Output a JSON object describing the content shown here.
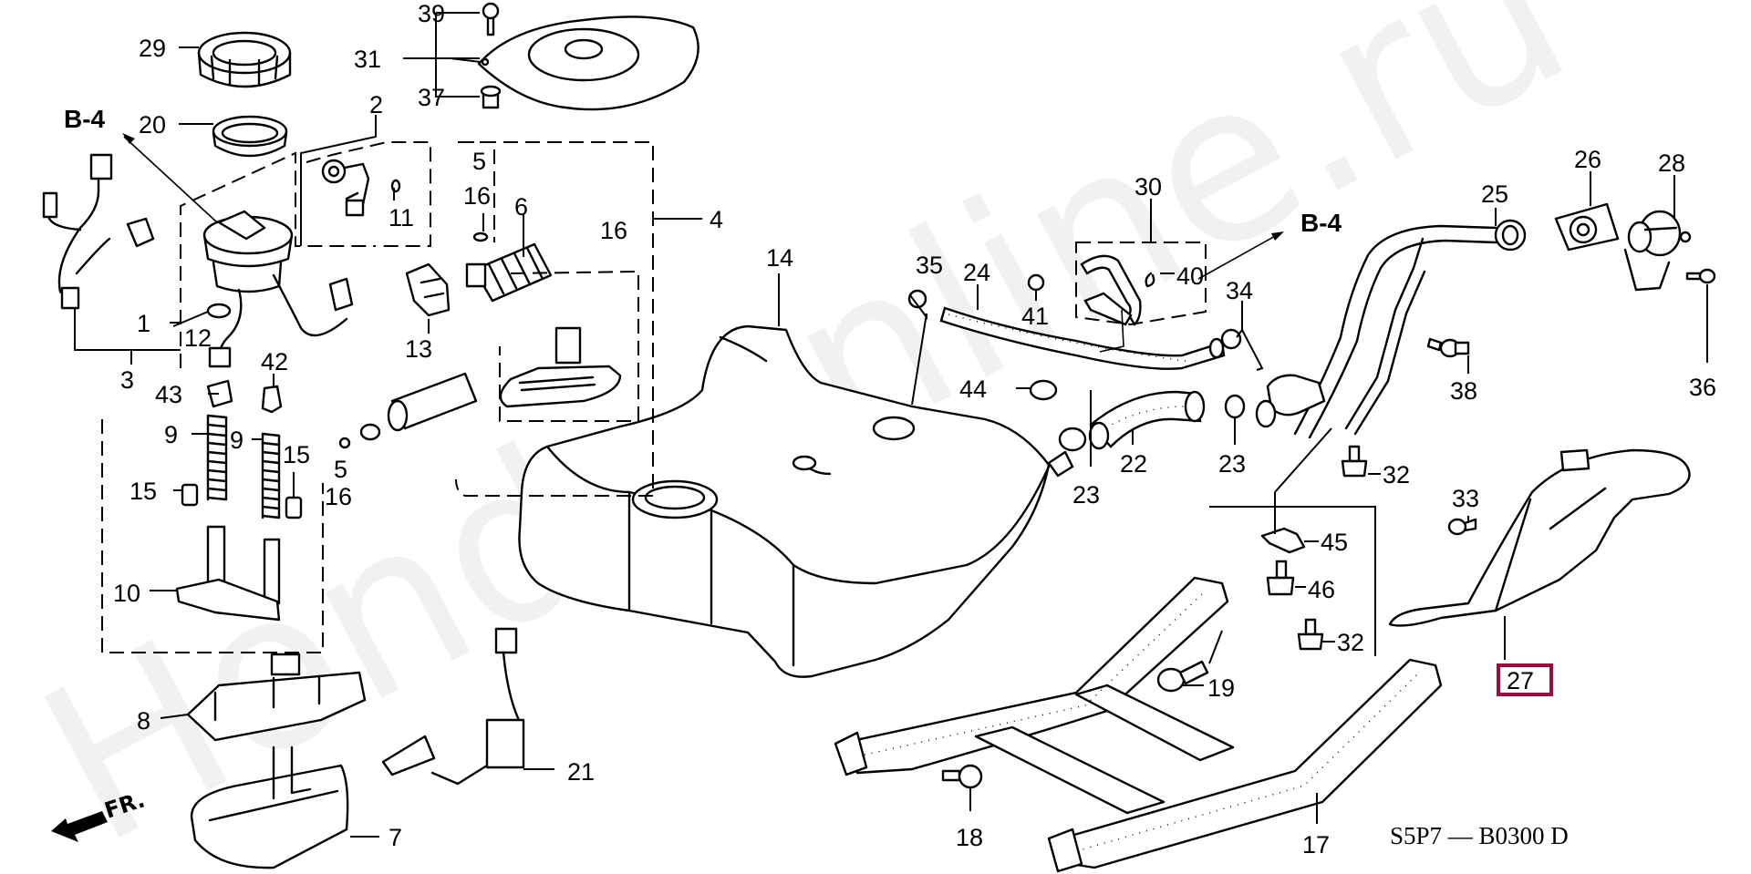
{
  "diagram": {
    "title_code": "S5P7 — B0300 D",
    "watermark": "Hondaonline.ru",
    "front_indicator": "FR.",
    "highlight_color": "#9b0a3c",
    "highlighted_part": "27",
    "references": [
      {
        "id": "ref-b4-left",
        "label": "B-4"
      },
      {
        "id": "ref-b4-right",
        "label": "B-4"
      }
    ],
    "callouts": [
      {
        "id": "c29",
        "label": "29"
      },
      {
        "id": "c20",
        "label": "20"
      },
      {
        "id": "c39",
        "label": "39"
      },
      {
        "id": "c31",
        "label": "31"
      },
      {
        "id": "c37",
        "label": "37"
      },
      {
        "id": "c2",
        "label": "2"
      },
      {
        "id": "c11",
        "label": "11"
      },
      {
        "id": "c5a",
        "label": "5"
      },
      {
        "id": "c16a",
        "label": "16"
      },
      {
        "id": "c6",
        "label": "6"
      },
      {
        "id": "c4",
        "label": "4"
      },
      {
        "id": "c16b",
        "label": "16"
      },
      {
        "id": "c1",
        "label": "1"
      },
      {
        "id": "c12",
        "label": "12"
      },
      {
        "id": "c3",
        "label": "3"
      },
      {
        "id": "c13",
        "label": "13"
      },
      {
        "id": "c42",
        "label": "42"
      },
      {
        "id": "c43",
        "label": "43"
      },
      {
        "id": "c9a",
        "label": "9"
      },
      {
        "id": "c9b",
        "label": "9"
      },
      {
        "id": "c15a",
        "label": "15"
      },
      {
        "id": "c15b",
        "label": "15"
      },
      {
        "id": "c5b",
        "label": "5"
      },
      {
        "id": "c16c",
        "label": "16"
      },
      {
        "id": "c10",
        "label": "10"
      },
      {
        "id": "c8",
        "label": "8"
      },
      {
        "id": "c7",
        "label": "7"
      },
      {
        "id": "c21",
        "label": "21"
      },
      {
        "id": "c14",
        "label": "14"
      },
      {
        "id": "c35",
        "label": "35"
      },
      {
        "id": "c24",
        "label": "24"
      },
      {
        "id": "c41",
        "label": "41"
      },
      {
        "id": "c30",
        "label": "30"
      },
      {
        "id": "c40",
        "label": "40"
      },
      {
        "id": "c34",
        "label": "34"
      },
      {
        "id": "c44",
        "label": "44"
      },
      {
        "id": "c22",
        "label": "22"
      },
      {
        "id": "c23a",
        "label": "23"
      },
      {
        "id": "c23b",
        "label": "23"
      },
      {
        "id": "c25",
        "label": "25"
      },
      {
        "id": "c26",
        "label": "26"
      },
      {
        "id": "c28",
        "label": "28"
      },
      {
        "id": "c38",
        "label": "38"
      },
      {
        "id": "c36",
        "label": "36"
      },
      {
        "id": "c32a",
        "label": "32"
      },
      {
        "id": "c33",
        "label": "33"
      },
      {
        "id": "c45",
        "label": "45"
      },
      {
        "id": "c46",
        "label": "46"
      },
      {
        "id": "c32b",
        "label": "32"
      },
      {
        "id": "c27",
        "label": "27"
      },
      {
        "id": "c19",
        "label": "19"
      },
      {
        "id": "c18",
        "label": "18"
      },
      {
        "id": "c17",
        "label": "17"
      }
    ]
  }
}
